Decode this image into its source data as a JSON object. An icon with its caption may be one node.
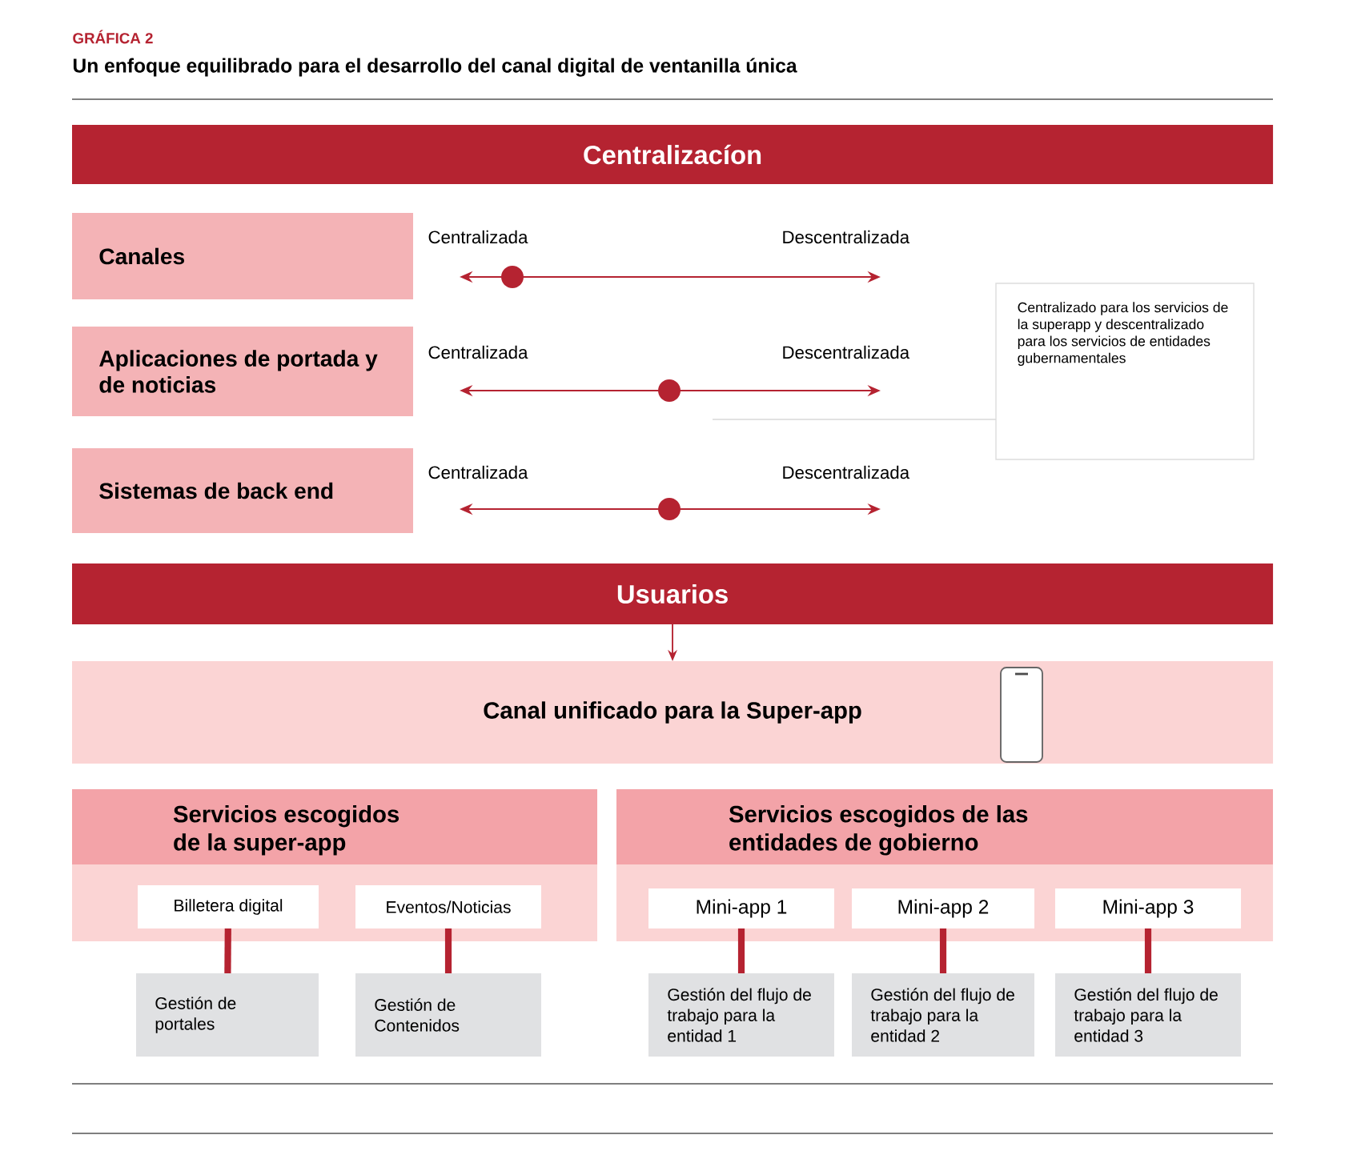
{
  "diagram": {
    "title": "Un enfoque equilibrado para el desarrollo del canal digital de ventanilla única",
    "nodes": [
      {
        "text": [
          "Centralizacíon"
        ]
      },
      {
        "text": [
          "Canales"
        ]
      },
      {
        "text": [
          "Aplicaciones de portada y de noticias"
        ]
      },
      {
        "text": [
          "Sistemas de back end"
        ]
      },
      {
        "text": [
          "Centralizado para los servicios de la superapp y descentralizado para los servicios de entidades gubernamentales"
        ]
      },
      {
        "text": [
          "Usuarios"
        ]
      },
      {
        "text": [
          "Canal unificado para la Super-app"
        ]
      },
      {
        "text": [
          "Servicios escogidos de la super-app"
        ]
      },
      {
        "text": [
          "Billetera digital"
        ],
        "in": 7
      },
      {
        "text": [
          "Eventos/Noticias"
        ],
        "in": 7
      },
      {
        "text": [
          "Servicios escogidos de las entidades de gobierno"
        ]
      },
      {
        "text": [
          "Mini-app 1"
        ],
        "in": 10
      },
      {
        "text": [
          "Mini-app 2"
        ],
        "in": 10
      },
      {
        "text": [
          "Mini-app 3"
        ],
        "in": 10
      },
      {
        "text": [
          "Gestión de portales"
        ]
      },
      {
        "text": [
          "Gestión de Contenidos"
        ]
      },
      {
        "text": [
          "Gestión del flujo de trabajo para la entidad 1"
        ]
      },
      {
        "text": [
          "Gestión del flujo de trabajo para la entidad 2"
        ]
      },
      {
        "text": [
          "Gestión del flujo de trabajo para la entidad 3"
        ]
      }
    ],
    "edges": [
      {
        "from": 4,
        "to": null,
        "arrow": "none",
        "color": "#d9d9d9"
      },
      {
        "from": 5,
        "to": 6,
        "arrow": "to"
      },
      {
        "from": 8,
        "to": 14,
        "arrow": "none"
      },
      {
        "from": 9,
        "to": 15,
        "arrow": "none"
      },
      {
        "from": 11,
        "to": 16,
        "arrow": "none"
      },
      {
        "from": 12,
        "to": 17,
        "arrow": "none"
      },
      {
        "from": 13,
        "to": 18,
        "arrow": "none"
      }
    ],
    "labels": [
      "GRÁFICA 2",
      "Centralizada",
      "Descentralizada",
      "Centralizada",
      "Descentralizada",
      "Centralizada",
      "Descentralizada"
    ]
  }
}
